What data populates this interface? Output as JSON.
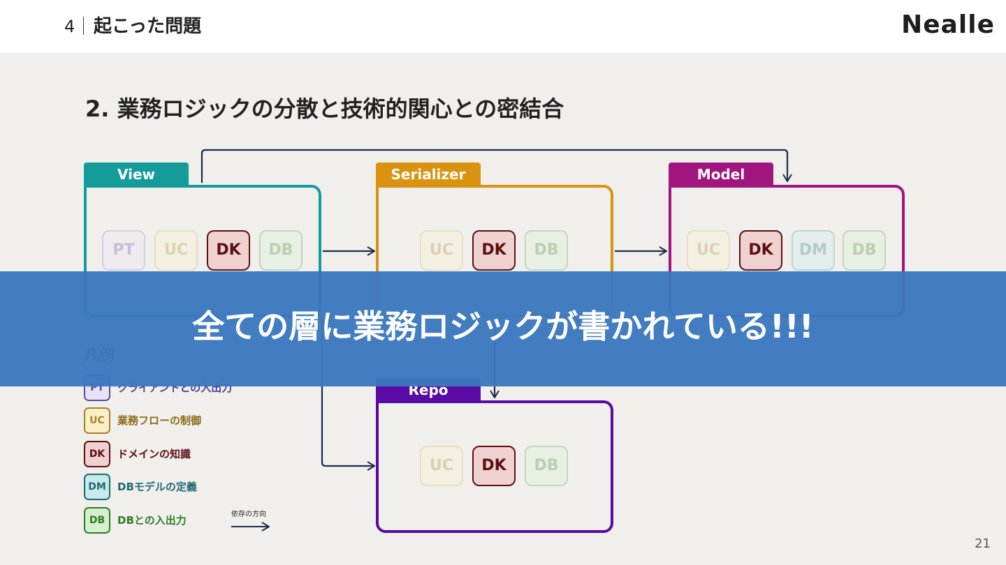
{
  "header": {
    "section_number": "4",
    "section_title": "起こった問題",
    "brand": "Nealle"
  },
  "slide_title": "2. 業務ロジックの分散と技術的関心との密結合",
  "layers": {
    "view": {
      "label": "View",
      "color": "#139c9a",
      "chips": [
        "PT",
        "UC",
        "DK",
        "DB"
      ]
    },
    "serializer": {
      "label": "Serializer",
      "color": "#d99310",
      "chips": [
        "UC",
        "DK",
        "DB"
      ]
    },
    "model": {
      "label": "Model",
      "color": "#a0157e",
      "chips": [
        "UC",
        "DK",
        "DM",
        "DB"
      ]
    },
    "repo": {
      "label": "Repo",
      "color": "#5a0aa5",
      "chips": [
        "UC",
        "DK",
        "DB"
      ]
    }
  },
  "legend": {
    "title": "凡例",
    "items": [
      {
        "code": "PT",
        "text": "クライアントとの入出力"
      },
      {
        "code": "UC",
        "text": "業務フローの制御"
      },
      {
        "code": "DK",
        "text": "ドメインの知識"
      },
      {
        "code": "DM",
        "text": "DBモデルの定義"
      },
      {
        "code": "DB",
        "text": "DBとの入出力"
      }
    ],
    "dependency_label": "依存の方向"
  },
  "banner": {
    "text": "全ての層に業務ロジックが書かれている!!!"
  },
  "page_number": "21"
}
